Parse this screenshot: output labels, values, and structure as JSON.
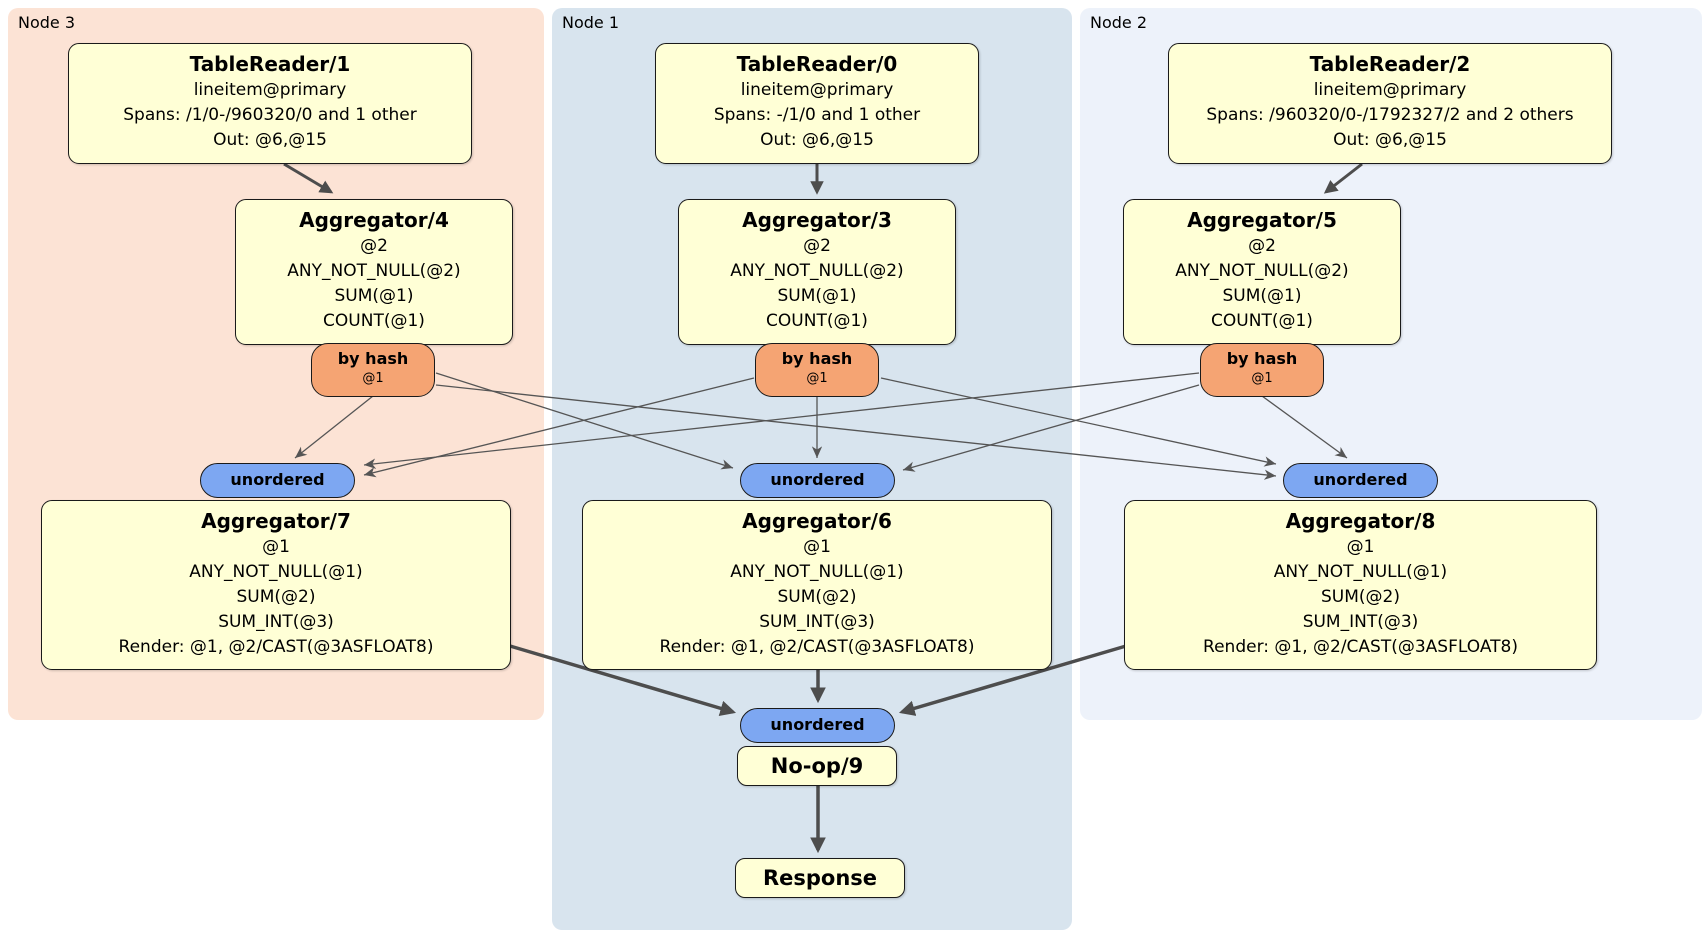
{
  "regions": [
    {
      "label": "Node 3"
    },
    {
      "label": "Node 1"
    },
    {
      "label": "Node 2"
    }
  ],
  "boxes": {
    "tr1": {
      "title": "TableReader/1",
      "lines": [
        "lineitem@primary",
        "Spans: /1/0-/960320/0 and 1 other",
        "Out: @6,@15"
      ]
    },
    "tr0": {
      "title": "TableReader/0",
      "lines": [
        "lineitem@primary",
        "Spans: -/1/0 and 1 other",
        "Out: @6,@15"
      ]
    },
    "tr2": {
      "title": "TableReader/2",
      "lines": [
        "lineitem@primary",
        "Spans: /960320/0-/1792327/2 and 2 others",
        "Out: @6,@15"
      ]
    },
    "agg4": {
      "title": "Aggregator/4",
      "lines": [
        "@2",
        "ANY_NOT_NULL(@2)",
        "SUM(@1)",
        "COUNT(@1)"
      ]
    },
    "agg3": {
      "title": "Aggregator/3",
      "lines": [
        "@2",
        "ANY_NOT_NULL(@2)",
        "SUM(@1)",
        "COUNT(@1)"
      ]
    },
    "agg5": {
      "title": "Aggregator/5",
      "lines": [
        "@2",
        "ANY_NOT_NULL(@2)",
        "SUM(@1)",
        "COUNT(@1)"
      ]
    },
    "agg7": {
      "title": "Aggregator/7",
      "lines": [
        "@1",
        "ANY_NOT_NULL(@1)",
        "SUM(@2)",
        "SUM_INT(@3)",
        "Render: @1, @2/CAST(@3ASFLOAT8)"
      ]
    },
    "agg6": {
      "title": "Aggregator/6",
      "lines": [
        "@1",
        "ANY_NOT_NULL(@1)",
        "SUM(@2)",
        "SUM_INT(@3)",
        "Render: @1, @2/CAST(@3ASFLOAT8)"
      ]
    },
    "agg8": {
      "title": "Aggregator/8",
      "lines": [
        "@1",
        "ANY_NOT_NULL(@1)",
        "SUM(@2)",
        "SUM_INT(@3)",
        "Render: @1, @2/CAST(@3ASFLOAT8)"
      ]
    },
    "noop": {
      "title": "No-op/9"
    },
    "response": {
      "title": "Response"
    }
  },
  "router": {
    "label": "by hash",
    "detail": "@1"
  },
  "sync": {
    "label": "unordered"
  },
  "colors": {
    "node3_bg": "#fce3d5",
    "node1_bg": "#d8e4ee",
    "node2_bg": "#edf2fa",
    "box_bg": "#ffffd6",
    "box_border": "#1a1a1a",
    "router_bg": "#f5a473",
    "sync_bg": "#7da7f2",
    "edge": "#4d4d4d"
  }
}
